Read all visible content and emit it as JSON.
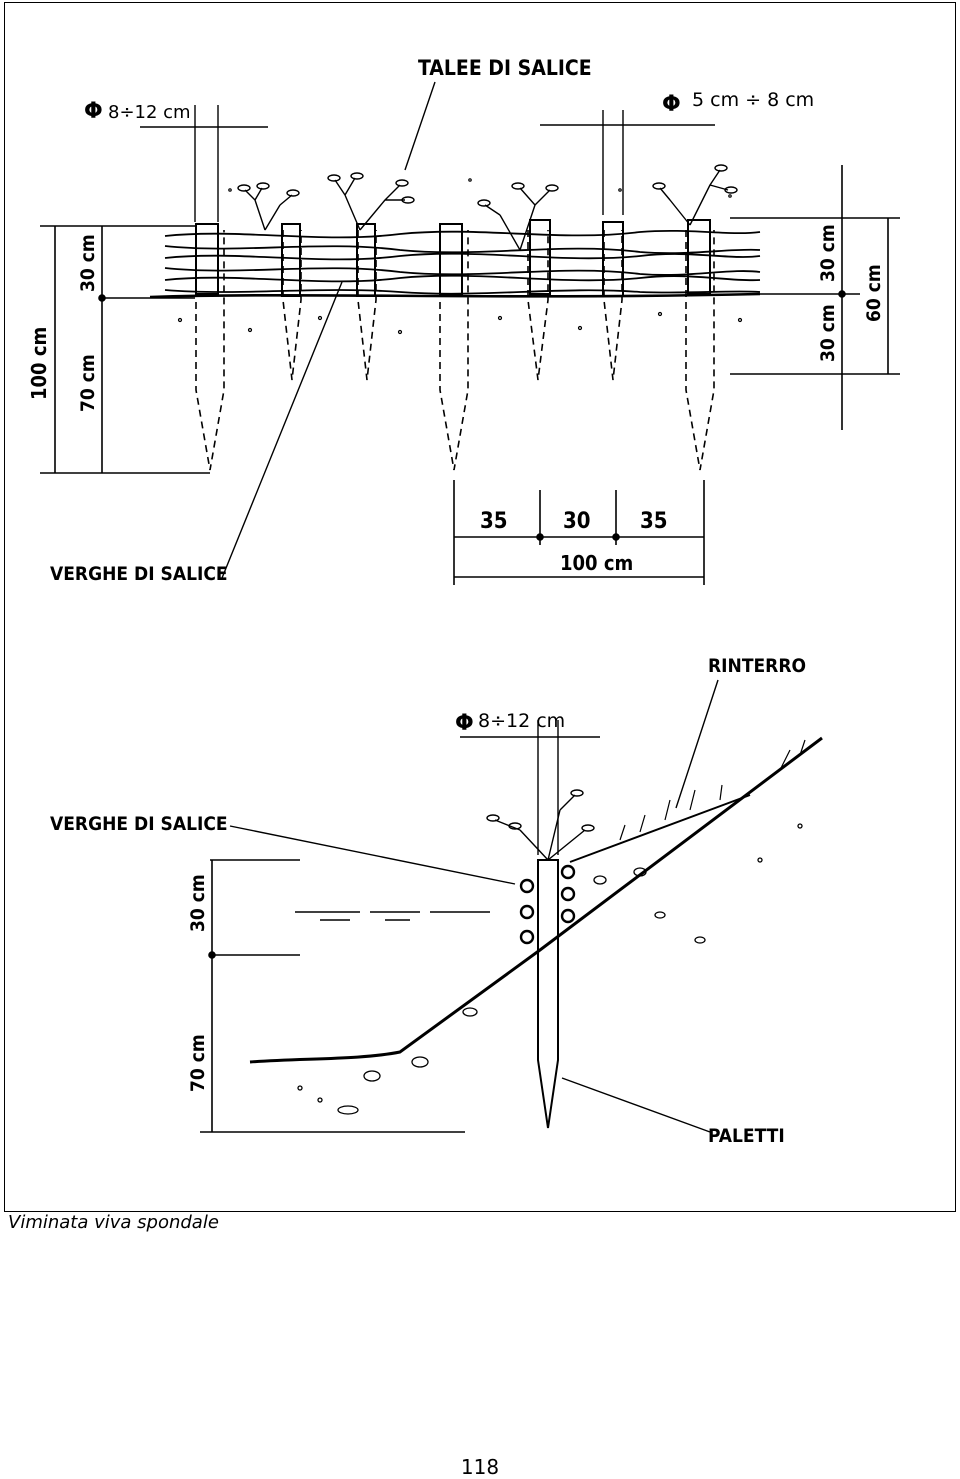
{
  "figure": {
    "top_view": {
      "label_cuttings": "TALEE DI SALICE",
      "label_diameter_left": "8÷12 cm",
      "label_diameter_right": "5 cm ÷ 8 cm",
      "label_rods": "VERGHE DI SALICE",
      "dim_left_total": "100 cm",
      "dim_left_upper": "30 cm",
      "dim_left_lower": "70 cm",
      "dim_right_upper": "30 cm",
      "dim_right_lower": "30 cm",
      "dim_right_total": "60 cm",
      "dim_spacing_a": "35",
      "dim_spacing_b": "30",
      "dim_spacing_c": "35",
      "dim_spacing_total": "100 cm"
    },
    "section_view": {
      "label_backfill": "RINTERRO",
      "label_diameter": "8÷12 cm",
      "label_rods": "VERGHE DI SALICE",
      "dim_upper": "30 cm",
      "dim_lower": "70 cm",
      "label_stakes": "PALETTI"
    }
  },
  "caption": "Viminata viva spondale",
  "page_number": "118"
}
